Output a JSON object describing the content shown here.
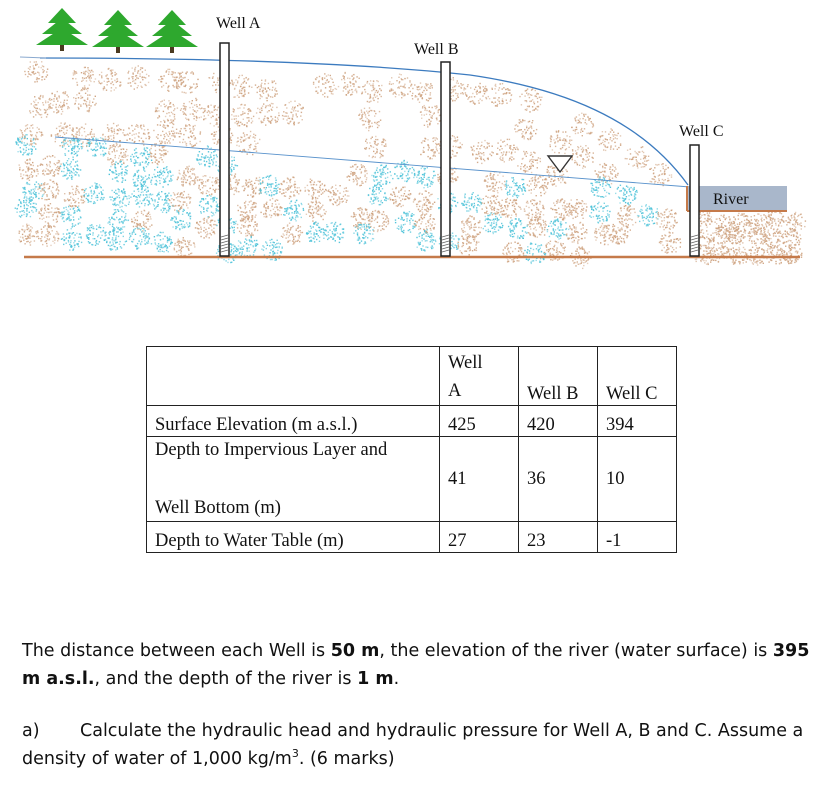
{
  "diagram": {
    "labels": {
      "well_a": "Well A",
      "well_b": "Well B",
      "well_c": "Well C",
      "river": "River"
    },
    "colors": {
      "tree": "#2ea82e",
      "ground_line": "#c57a4a",
      "water_table_line": "#3c7bbf",
      "river_fill": "#a9b7cb",
      "speckle_tan": "#cfa482",
      "speckle_cyan": "#4fc3d9"
    },
    "icons": [
      "tree-icon",
      "water-table-triangle-icon"
    ]
  },
  "table": {
    "header": {
      "col0": "",
      "col1_line1": "Well",
      "col1_line2": "A",
      "col2": "Well B",
      "col3": "Well C"
    },
    "rows": [
      {
        "label": "Surface Elevation (m a.s.l.)",
        "a": "425",
        "b": "420",
        "c": "394"
      },
      {
        "label_line1": "Depth to Impervious Layer and",
        "label_line2": "Well Bottom (m)",
        "a": "41",
        "b": "36",
        "c": "10"
      },
      {
        "label": "Depth to Water Table (m)",
        "a": "27",
        "b": "23",
        "c": "-1"
      }
    ]
  },
  "text": {
    "p1_a": "The distance between each Well is ",
    "p1_b": "50 m",
    "p1_c": ", the elevation of the river (water surface) is ",
    "p1_d": "395 m a.s.l.",
    "p1_e": ", and the depth of the river is ",
    "p1_f": "1 m",
    "p1_g": ".",
    "qa_label": "a)",
    "qa_text_1": "Calculate the hydraulic head and hydraulic pressure for Well A, B and C. Assume a density of water of 1,000 kg/m",
    "qa_sup": "3",
    "qa_text_2": ". (6 marks)"
  }
}
